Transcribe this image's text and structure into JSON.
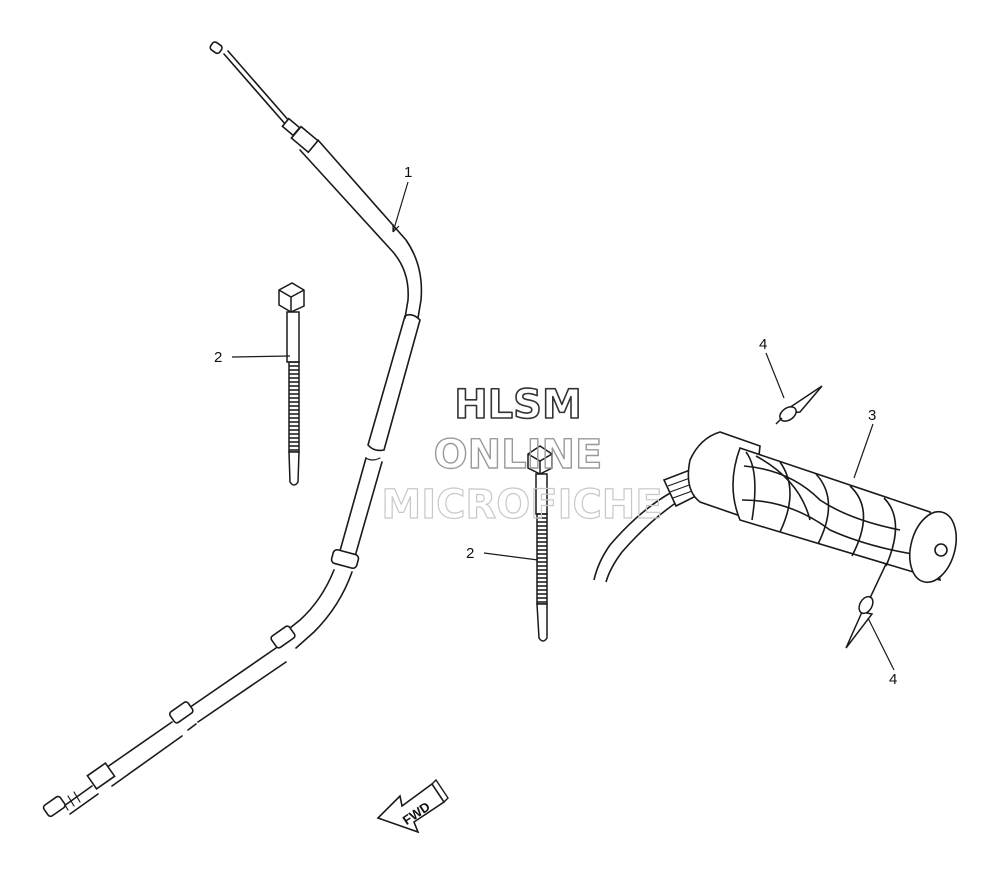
{
  "callouts": {
    "part_1": "1",
    "part_2_left": "2",
    "part_2_center": "2",
    "part_3": "3",
    "part_4_top": "4",
    "part_4_bottom": "4"
  },
  "watermark": {
    "line1": "HLSM",
    "line2": "ONLINE",
    "line3": "MICROFICHE"
  },
  "direction_arrow": {
    "label": "FWD"
  },
  "colors": {
    "line": "#1a1a1a",
    "watermark_stroke": "#9a9a9a",
    "background": "#ffffff"
  }
}
